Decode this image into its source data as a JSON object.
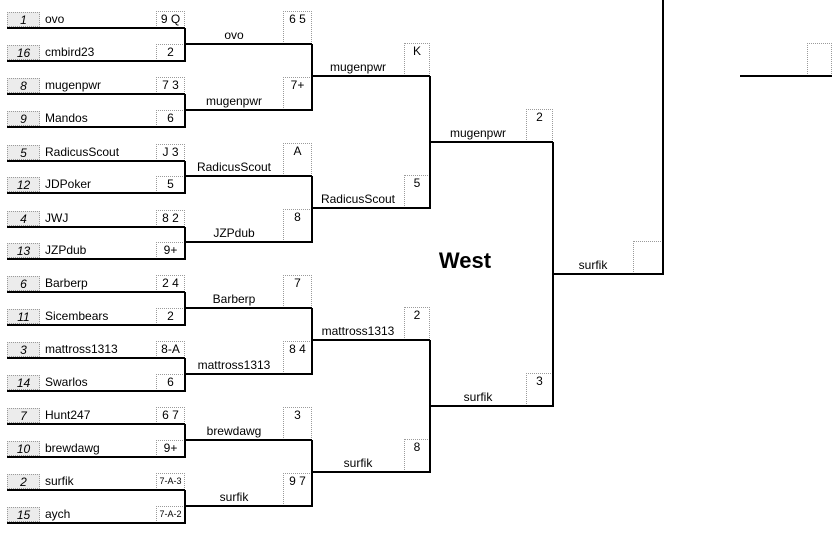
{
  "region": {
    "name": "West"
  },
  "round1": [
    {
      "seed": "1",
      "name": "ovo",
      "score": "9 Q"
    },
    {
      "seed": "16",
      "name": "cmbird23",
      "score": "2"
    },
    {
      "seed": "8",
      "name": "mugenpwr",
      "score": "7 3"
    },
    {
      "seed": "9",
      "name": "Mandos",
      "score": "6"
    },
    {
      "seed": "5",
      "name": "RadicusScout",
      "score": "J 3"
    },
    {
      "seed": "12",
      "name": "JDPoker",
      "score": "5"
    },
    {
      "seed": "4",
      "name": "JWJ",
      "score": "8 2"
    },
    {
      "seed": "13",
      "name": "JZPdub",
      "score": "9+"
    },
    {
      "seed": "6",
      "name": "Barberp",
      "score": "2 4"
    },
    {
      "seed": "11",
      "name": "Sicembears",
      "score": "2"
    },
    {
      "seed": "3",
      "name": "mattross1313",
      "score": "8-A"
    },
    {
      "seed": "14",
      "name": "Swarlos",
      "score": "6"
    },
    {
      "seed": "7",
      "name": "Hunt247",
      "score": "6 7"
    },
    {
      "seed": "10",
      "name": "brewdawg",
      "score": "9+"
    },
    {
      "seed": "2",
      "name": "surfik",
      "score": "7-A-3"
    },
    {
      "seed": "15",
      "name": "aych",
      "score": "7-A-2"
    }
  ],
  "round2": [
    {
      "name": "ovo",
      "score": "6 5"
    },
    {
      "name": "mugenpwr",
      "score": "7+"
    },
    {
      "name": "RadicusScout",
      "score": "A"
    },
    {
      "name": "JZPdub",
      "score": "8"
    },
    {
      "name": "Barberp",
      "score": "7"
    },
    {
      "name": "mattross1313",
      "score": "8 4"
    },
    {
      "name": "brewdawg",
      "score": "3"
    },
    {
      "name": "surfik",
      "score": "9 7"
    }
  ],
  "round3": [
    {
      "name": "mugenpwr",
      "score": "K"
    },
    {
      "name": "RadicusScout",
      "score": "5"
    },
    {
      "name": "mattross1313",
      "score": "2"
    },
    {
      "name": "surfik",
      "score": "8"
    }
  ],
  "round4": [
    {
      "name": "mugenpwr",
      "score": "2"
    },
    {
      "name": "surfik",
      "score": "3"
    }
  ],
  "round5": [
    {
      "name": "surfik",
      "score": ""
    }
  ],
  "round6": [
    {
      "name": "",
      "score": ""
    }
  ]
}
